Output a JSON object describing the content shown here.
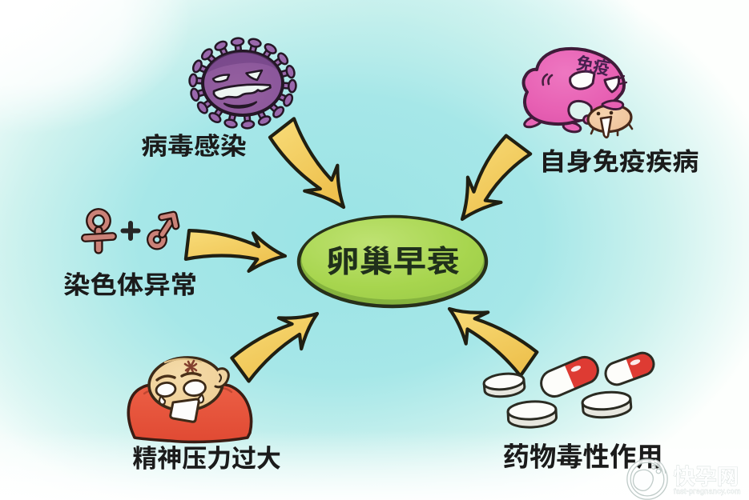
{
  "center": {
    "label": "卵巢早衰",
    "shape": "ellipse",
    "fill": "#a7d54e"
  },
  "causes": [
    {
      "id": "virus-infection",
      "label": "病毒感染",
      "icon": "virus-monster-icon"
    },
    {
      "id": "autoimmune-disease",
      "label": "自身免疫疾病",
      "icon": "immune-cell-monster-icon",
      "figure_text": "免疫"
    },
    {
      "id": "chromosome-abnormality",
      "label": "染色体异常",
      "icon": "gender-symbols-icon",
      "symbols": {
        "female": "♀",
        "plus": "+",
        "male": "♂"
      }
    },
    {
      "id": "mental-stress",
      "label": "精神压力过大",
      "icon": "stressed-person-icon"
    },
    {
      "id": "drug-toxicity",
      "label": "药物毒性作用",
      "icon": "pills-icon"
    }
  ],
  "watermark": {
    "logo": "footprint-logo",
    "site_name": "快孕网",
    "site_tagline": "fast-pregnancy.com"
  },
  "colors": {
    "background_cyan": "#a2e6e7",
    "arrow_yellow": "#f2cb5e",
    "center_green": "#a7d54e",
    "virus_purple": "#8a569b",
    "blob_pink": "#e760b3",
    "shirt_red": "#e8543c",
    "capsule_red": "#de3b33",
    "symbol_salmon": "#cb8278",
    "label_color": "#1b1b1b"
  }
}
